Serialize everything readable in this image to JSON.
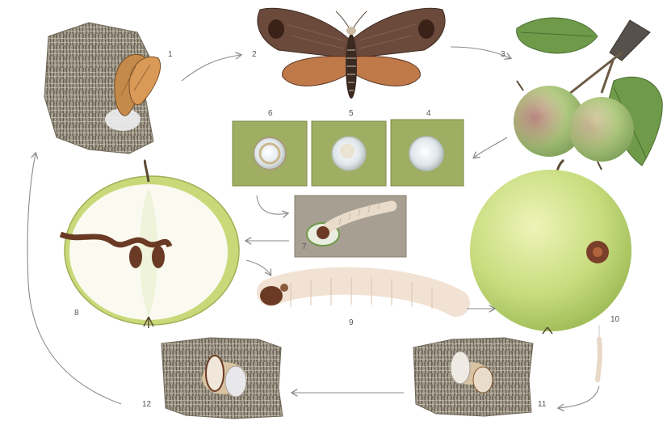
{
  "diagram": {
    "stage_labels": [
      "1",
      "2",
      "3",
      "4",
      "5",
      "6",
      "7",
      "8",
      "9",
      "10",
      "11",
      "12"
    ]
  },
  "colors": {
    "bark_light": "#b9b2a4",
    "bark_dark": "#5f584c",
    "moth_forewing": "#6b4a3c",
    "moth_hindwing": "#c07a4a",
    "leaf_green": "#6e9a4a",
    "apple_green": "#c8dc7e",
    "apple_flesh": "#fbfaf0",
    "egg_card": "#9fae62",
    "larva": "#f1e2d4",
    "larva_head": "#6b3a24",
    "arrow": "#8a8a8a"
  }
}
